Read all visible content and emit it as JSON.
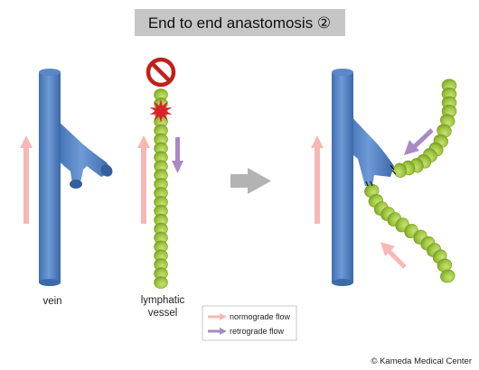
{
  "title": "End to end anastomosis ②",
  "labels": {
    "vein": "vein",
    "lymphatic_line1": "lymphatic",
    "lymphatic_line2": "vessel"
  },
  "legend": {
    "normograde": "normograde flow",
    "retrograde": "retrograde flow"
  },
  "copyright": "© Kameda Medical Center",
  "icons": [
    "no-entry-icon",
    "rupture-burst-icon",
    "process-arrow-icon",
    "suture-marks-icon"
  ],
  "colors": {
    "title_bg": "#c6c6c6",
    "vein": "#4f7fc0",
    "vein_dark": "#345e9c",
    "lymph": "#9ec63b",
    "lymph_dark": "#6f9322",
    "normograde_arrow": "#f6b8b4",
    "retrograde_arrow": "#a98ac4",
    "no_entry": "#c0211a",
    "burst": "#d8232a",
    "process_arrow": "#b3b3b3"
  }
}
